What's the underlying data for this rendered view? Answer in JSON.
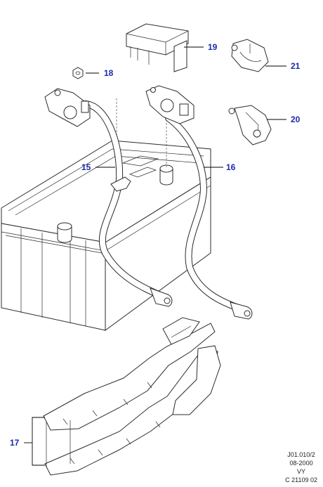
{
  "callouts": {
    "c15": "15",
    "c16": "16",
    "c17": "17",
    "c18": "18",
    "c19": "19",
    "c20": "20",
    "c21": "21"
  },
  "caption": {
    "line1": "J01.010/2",
    "line2": "08-2000",
    "line3": "VY",
    "line4": "C 21109 02"
  },
  "colors": {
    "callout_text": "#1a2aa8",
    "line": "#2b2b2b"
  }
}
